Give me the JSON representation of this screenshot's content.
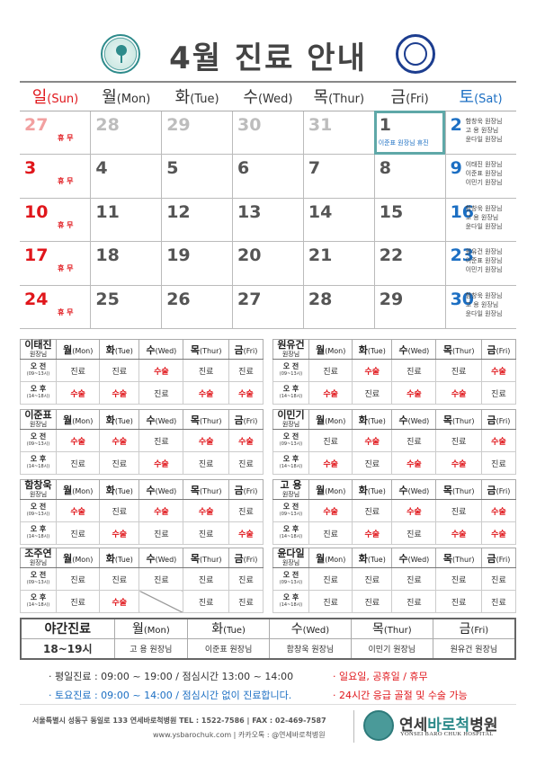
{
  "title": "4월 진료 안내",
  "weekdays": [
    {
      "ko": "일",
      "en": "(Sun)",
      "cls": "sun"
    },
    {
      "ko": "월",
      "en": "(Mon)",
      "cls": ""
    },
    {
      "ko": "화",
      "en": "(Tue)",
      "cls": ""
    },
    {
      "ko": "수",
      "en": "(Wed)",
      "cls": ""
    },
    {
      "ko": "목",
      "en": "(Thur)",
      "cls": ""
    },
    {
      "ko": "금",
      "en": "(Fri)",
      "cls": ""
    },
    {
      "ko": "토",
      "en": "(Sat)",
      "cls": "sat"
    }
  ],
  "calendar": [
    [
      {
        "d": "27",
        "prev": true,
        "closed": "휴 무"
      },
      {
        "d": "28",
        "prev": true
      },
      {
        "d": "29",
        "prev": true
      },
      {
        "d": "30",
        "prev": true
      },
      {
        "d": "31",
        "prev": true
      },
      {
        "d": "1",
        "today": true,
        "note": "이준표 원장님 휴진"
      },
      {
        "d": "2",
        "docs": [
          "함창욱 원장님",
          "고  용 원장님",
          "윤다일 원장님"
        ]
      }
    ],
    [
      {
        "d": "3",
        "closed": "휴 무"
      },
      {
        "d": "4"
      },
      {
        "d": "5"
      },
      {
        "d": "6"
      },
      {
        "d": "7"
      },
      {
        "d": "8"
      },
      {
        "d": "9",
        "docs": [
          "이태진 원장님",
          "이준표 원장님",
          "이민기 원장님"
        ]
      }
    ],
    [
      {
        "d": "10",
        "closed": "휴 무"
      },
      {
        "d": "11"
      },
      {
        "d": "12"
      },
      {
        "d": "13"
      },
      {
        "d": "14"
      },
      {
        "d": "15"
      },
      {
        "d": "16",
        "docs": [
          "함창욱 원장님",
          "고  용 원장님",
          "윤다일 원장님"
        ]
      }
    ],
    [
      {
        "d": "17",
        "closed": "휴 무"
      },
      {
        "d": "18"
      },
      {
        "d": "19"
      },
      {
        "d": "20"
      },
      {
        "d": "21"
      },
      {
        "d": "22"
      },
      {
        "d": "23",
        "docs": [
          "원유건 원장님",
          "이준표 원장님",
          "이민기 원장님"
        ]
      }
    ],
    [
      {
        "d": "24",
        "closed": "휴 무"
      },
      {
        "d": "25"
      },
      {
        "d": "26"
      },
      {
        "d": "27"
      },
      {
        "d": "28"
      },
      {
        "d": "29"
      },
      {
        "d": "30",
        "docs": [
          "함창욱 원장님",
          "고  용 원장님",
          "윤다일 원장님"
        ]
      }
    ]
  ],
  "schedule_days": [
    {
      "ko": "월",
      "en": "(Mon)"
    },
    {
      "ko": "화",
      "en": "(Tue)"
    },
    {
      "ko": "수",
      "en": "(Wed)"
    },
    {
      "ko": "목",
      "en": "(Thur)"
    },
    {
      "ko": "금",
      "en": "(Fri)"
    }
  ],
  "slots": [
    {
      "label": "오 전",
      "time": "(09~13시)"
    },
    {
      "label": "오 후",
      "time": "(14~18시)"
    }
  ],
  "position": "원장님",
  "doctors": [
    {
      "name": "이태진",
      "am": [
        "진료",
        "진료",
        "수술",
        "진료",
        "진료"
      ],
      "pm": [
        "수술",
        "수술",
        "진료",
        "수술",
        "수술"
      ]
    },
    {
      "name": "원유건",
      "am": [
        "진료",
        "수술",
        "진료",
        "진료",
        "수술"
      ],
      "pm": [
        "수술",
        "진료",
        "수술",
        "수술",
        "진료"
      ]
    },
    {
      "name": "이준표",
      "am": [
        "수술",
        "수술",
        "진료",
        "수술",
        "수술"
      ],
      "pm": [
        "진료",
        "진료",
        "수술",
        "진료",
        "진료"
      ]
    },
    {
      "name": "이민기",
      "am": [
        "진료",
        "수술",
        "진료",
        "진료",
        "수술"
      ],
      "pm": [
        "수술",
        "진료",
        "수술",
        "수술",
        "진료"
      ]
    },
    {
      "name": "함창욱",
      "am": [
        "수술",
        "진료",
        "수술",
        "수술",
        "진료"
      ],
      "pm": [
        "진료",
        "수술",
        "진료",
        "진료",
        "수술"
      ]
    },
    {
      "name": "고  용",
      "am": [
        "수술",
        "진료",
        "수술",
        "진료",
        "수술"
      ],
      "pm": [
        "진료",
        "수술",
        "진료",
        "수술",
        "수술"
      ]
    },
    {
      "name": "조주연",
      "am": [
        "진료",
        "진료",
        "진료",
        "진료",
        "진료"
      ],
      "pm": [
        "진료",
        "수술",
        "",
        "진료",
        "진료"
      ]
    },
    {
      "name": "윤다일",
      "am": [
        "진료",
        "진료",
        "진료",
        "진료",
        "진료"
      ],
      "pm": [
        "진료",
        "진료",
        "진료",
        "진료",
        "진료"
      ]
    }
  ],
  "night": {
    "title": "야간진료",
    "time": "18~19시",
    "doctors": [
      "고  용 원장님",
      "이준표 원장님",
      "함창욱 원장님",
      "이민기 원장님",
      "원유건 원장님"
    ]
  },
  "info": {
    "weekday": "· 평일진료 : 09:00 ~ 19:00 / 점심시간 13:00 ~ 14:00",
    "saturday": "· 토요진료 : 09:00 ~ 14:00 / 점심시간 없이 진료합니다.",
    "holiday": "· 일요일, 공휴일 / 휴무",
    "emergency": "· 24시간 응급 골절 및 수술 가능"
  },
  "footer": {
    "address": "서울특별시 성동구 동일로 133 연세바로척병원   TEL : 1522-7586  |  FAX : 02-469-7587",
    "web": "www.ysbarochuk.com  |  카카오톡 : @연세바로척병원",
    "brand_a": "연세",
    "brand_b": "바로척",
    "brand_c": "병원",
    "brand_en": "YONSEI BARO CHUK HOSPITAL"
  },
  "colors": {
    "red": "#e0161b",
    "blue": "#1c6fc3",
    "teal": "#2e8b8b"
  }
}
